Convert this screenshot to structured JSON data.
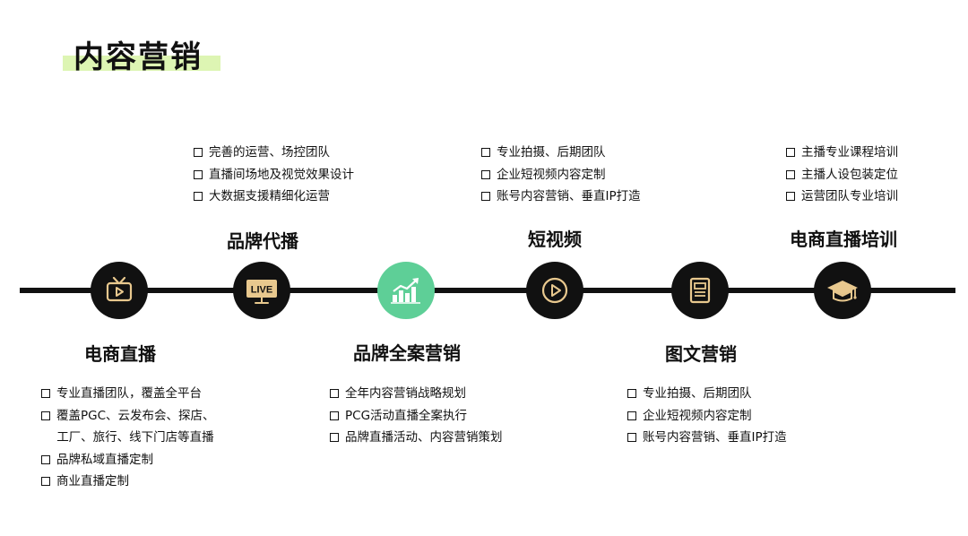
{
  "title": "内容营销",
  "stages": [
    {
      "id": "ecommerce-live",
      "label": "电商直播",
      "icon": "tv-icon",
      "items": [
        "专业直播团队，覆盖全平台",
        "覆盖PGC、云发布会、探店、",
        "工厂、旅行、线下门店等直播",
        "品牌私域直播定制",
        "商业直播定制"
      ]
    },
    {
      "id": "brand-proxy-live",
      "label": "品牌代播",
      "icon": "live-icon",
      "icon_text": "LIVE",
      "items": [
        "完善的运营、场控团队",
        "直播间场地及视觉效果设计",
        "大数据支援精细化运营"
      ]
    },
    {
      "id": "brand-full-marketing",
      "label": "品牌全案营销",
      "icon": "growth-chart-icon",
      "items": [
        "全年内容营销战略规划",
        "PCG活动直播全案执行",
        "品牌直播活动、内容营销策划"
      ]
    },
    {
      "id": "short-video",
      "label": "短视频",
      "icon": "play-icon",
      "items": [
        "专业拍摄、后期团队",
        "企业短视频内容定制",
        "账号内容营销、垂直IP打造"
      ]
    },
    {
      "id": "graphic-marketing",
      "label": "图文营销",
      "icon": "document-icon",
      "items": [
        "专业拍摄、后期团队",
        "企业短视频内容定制",
        "账号内容营销、垂直IP打造"
      ]
    },
    {
      "id": "ecommerce-live-training",
      "label": "电商直播培训",
      "icon": "graduation-cap-icon",
      "items": [
        "主播专业课程培训",
        "主播人设包装定位",
        "运营团队专业培训"
      ]
    }
  ],
  "colors": {
    "accent_green": "#5ecf97",
    "title_highlight": "#ddf5b3",
    "icon_gold": "#e8c88e",
    "line": "#111111"
  }
}
